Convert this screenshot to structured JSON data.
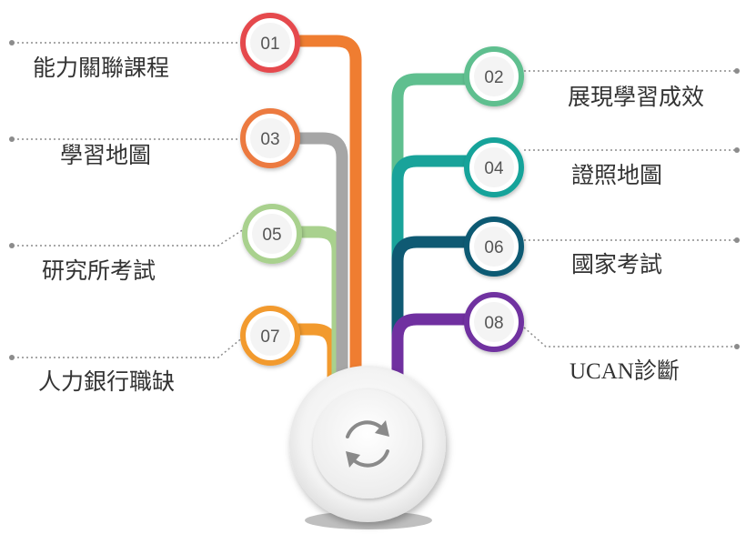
{
  "items": [
    {
      "num": "01",
      "label": "能力關聯課程",
      "color": "#e5484d"
    },
    {
      "num": "02",
      "label": "展現學習成效",
      "color": "#5fbf8f"
    },
    {
      "num": "03",
      "label": "學習地圖",
      "color": "#ec7a3f"
    },
    {
      "num": "04",
      "label": "證照地圖",
      "color": "#19a39a"
    },
    {
      "num": "05",
      "label": "研究所考試",
      "color": "#a9d18e"
    },
    {
      "num": "06",
      "label": "國家考試",
      "color": "#0f5a73"
    },
    {
      "num": "07",
      "label": "人力銀行職缺",
      "color": "#f29a2e"
    },
    {
      "num": "08",
      "label": "UCAN診斷",
      "color": "#7030a0"
    }
  ],
  "stem_colors": {
    "01": "#ef7d31",
    "03": "#a6a6a6",
    "05": "#a9d18e",
    "07": "#f29a2e",
    "02": "#5fbf8f",
    "04": "#19a39a",
    "06": "#0f5a73",
    "08": "#7030a0"
  },
  "center_icon": "refresh-cycle-icon"
}
